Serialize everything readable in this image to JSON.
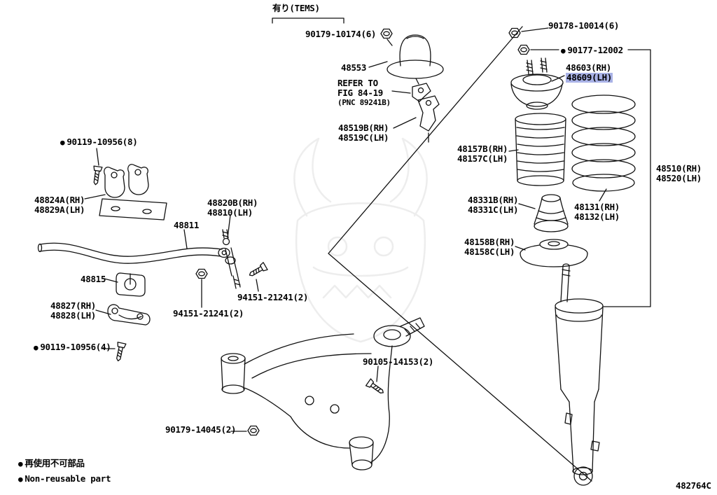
{
  "diagram_code": "482764C",
  "bullet": "●",
  "notes": {
    "tems": "有り(TEMS)",
    "refer_line1": "REFER TO",
    "refer_line2": "FIG 84-19",
    "refer_line3": "(PNC 89241B)"
  },
  "legend": {
    "jp": "再使用不可部品",
    "en": "Non-reusable part"
  },
  "selected_part": "48609(LH)",
  "labels": {
    "l90179_10174": "90179-10174(6)",
    "l48553": "48553",
    "l48519b": "48519B(RH)",
    "l48519c": "48519C(LH)",
    "l90178_10014": "90178-10014(6)",
    "l90177_12002": "90177-12002",
    "l48603": "48603(RH)",
    "l48609": "48609(LH)",
    "l48157b": "48157B(RH)",
    "l48157c": "48157C(LH)",
    "l48510": "48510(RH)",
    "l48520": "48520(LH)",
    "l48331b": "48331B(RH)",
    "l48331c": "48331C(LH)",
    "l48131": "48131(RH)",
    "l48132": "48132(LH)",
    "l48158b": "48158B(RH)",
    "l48158c": "48158C(LH)",
    "l90119_10956_8": "90119-10956(8)",
    "l48824a": "48824A(RH)",
    "l48829a": "48829A(LH)",
    "l48820b": "48820B(RH)",
    "l48810": "48810(LH)",
    "l48811": "48811",
    "l48815": "48815",
    "l48827": "48827(RH)",
    "l48828": "48828(LH)",
    "l94151_21241_a": "94151-21241(2)",
    "l94151_21241_b": "94151-21241(2)",
    "l90119_10956_4": "90119-10956(4)",
    "l90105_14153": "90105-14153(2)",
    "l90179_14045": "90179-14045(2)"
  },
  "colors": {
    "highlight": "#a9b2e6",
    "line": "#111111"
  }
}
